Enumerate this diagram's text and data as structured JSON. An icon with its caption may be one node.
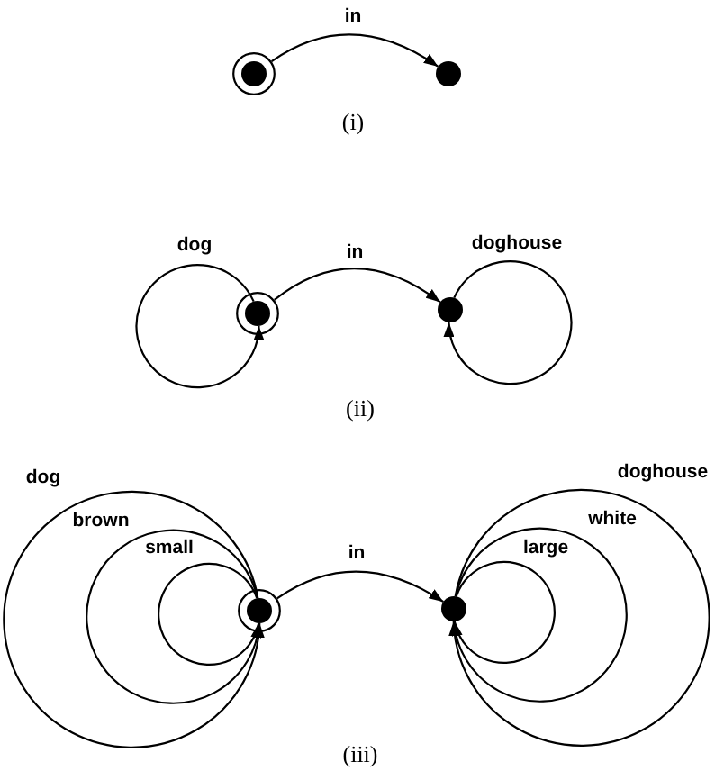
{
  "diagram": {
    "nodes": [
      {
        "text": [],
        "shape": "circle"
      },
      {
        "text": [],
        "shape": "dot",
        "in": 0
      },
      {
        "text": [],
        "shape": "dot"
      },
      {
        "text": [],
        "shape": "circle"
      },
      {
        "text": [],
        "shape": "dot",
        "in": 3
      },
      {
        "text": [],
        "shape": "dot"
      },
      {
        "text": [],
        "shape": "circle"
      },
      {
        "text": [],
        "shape": "dot",
        "in": 6
      },
      {
        "text": [],
        "shape": "dot"
      }
    ],
    "edges": [
      {
        "from": 0,
        "to": 2,
        "arrow": "to",
        "label": "in"
      },
      {
        "from": 4,
        "to": 4,
        "arrow": "to",
        "label": "dog"
      },
      {
        "from": 3,
        "to": 5,
        "arrow": "to",
        "label": "in"
      },
      {
        "from": 5,
        "to": 5,
        "arrow": "to",
        "label": "doghouse"
      },
      {
        "from": 7,
        "to": 7,
        "arrow": "to",
        "label": "dog"
      },
      {
        "from": 7,
        "to": 7,
        "arrow": "to",
        "label": "brown"
      },
      {
        "from": 7,
        "to": 7,
        "arrow": "to",
        "label": "small"
      },
      {
        "from": 6,
        "to": 8,
        "arrow": "to",
        "label": "in"
      },
      {
        "from": 8,
        "to": 8,
        "arrow": "to",
        "label": "doghouse"
      },
      {
        "from": 8,
        "to": 8,
        "arrow": "to",
        "label": "white"
      },
      {
        "from": 8,
        "to": 8,
        "arrow": "to",
        "label": "large"
      }
    ],
    "labels": [
      "(i)",
      "(ii)",
      "(iii)"
    ]
  }
}
